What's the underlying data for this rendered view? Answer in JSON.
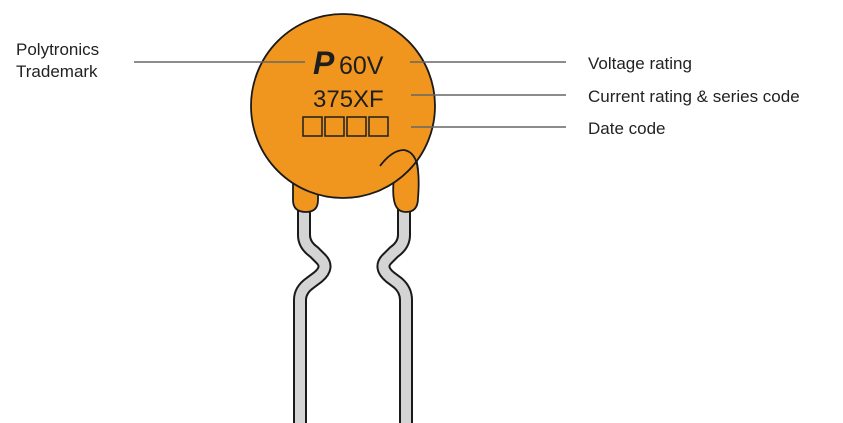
{
  "component": {
    "brand_mark": "P",
    "voltage": "60V",
    "series_code": "375XF",
    "date_code_boxes": 4
  },
  "callouts": {
    "trademark_line1": "Polytronics",
    "trademark_line2": "Trademark",
    "voltage_label": "Voltage rating",
    "current_label": "Current rating & series code",
    "date_label": "Date code"
  },
  "colors": {
    "body_fill": "#F0961E",
    "body_stroke": "#1a1a1a",
    "lead_fill": "#D4D4D4",
    "lead_stroke": "#1a1a1a",
    "leader_line": "#666666"
  }
}
